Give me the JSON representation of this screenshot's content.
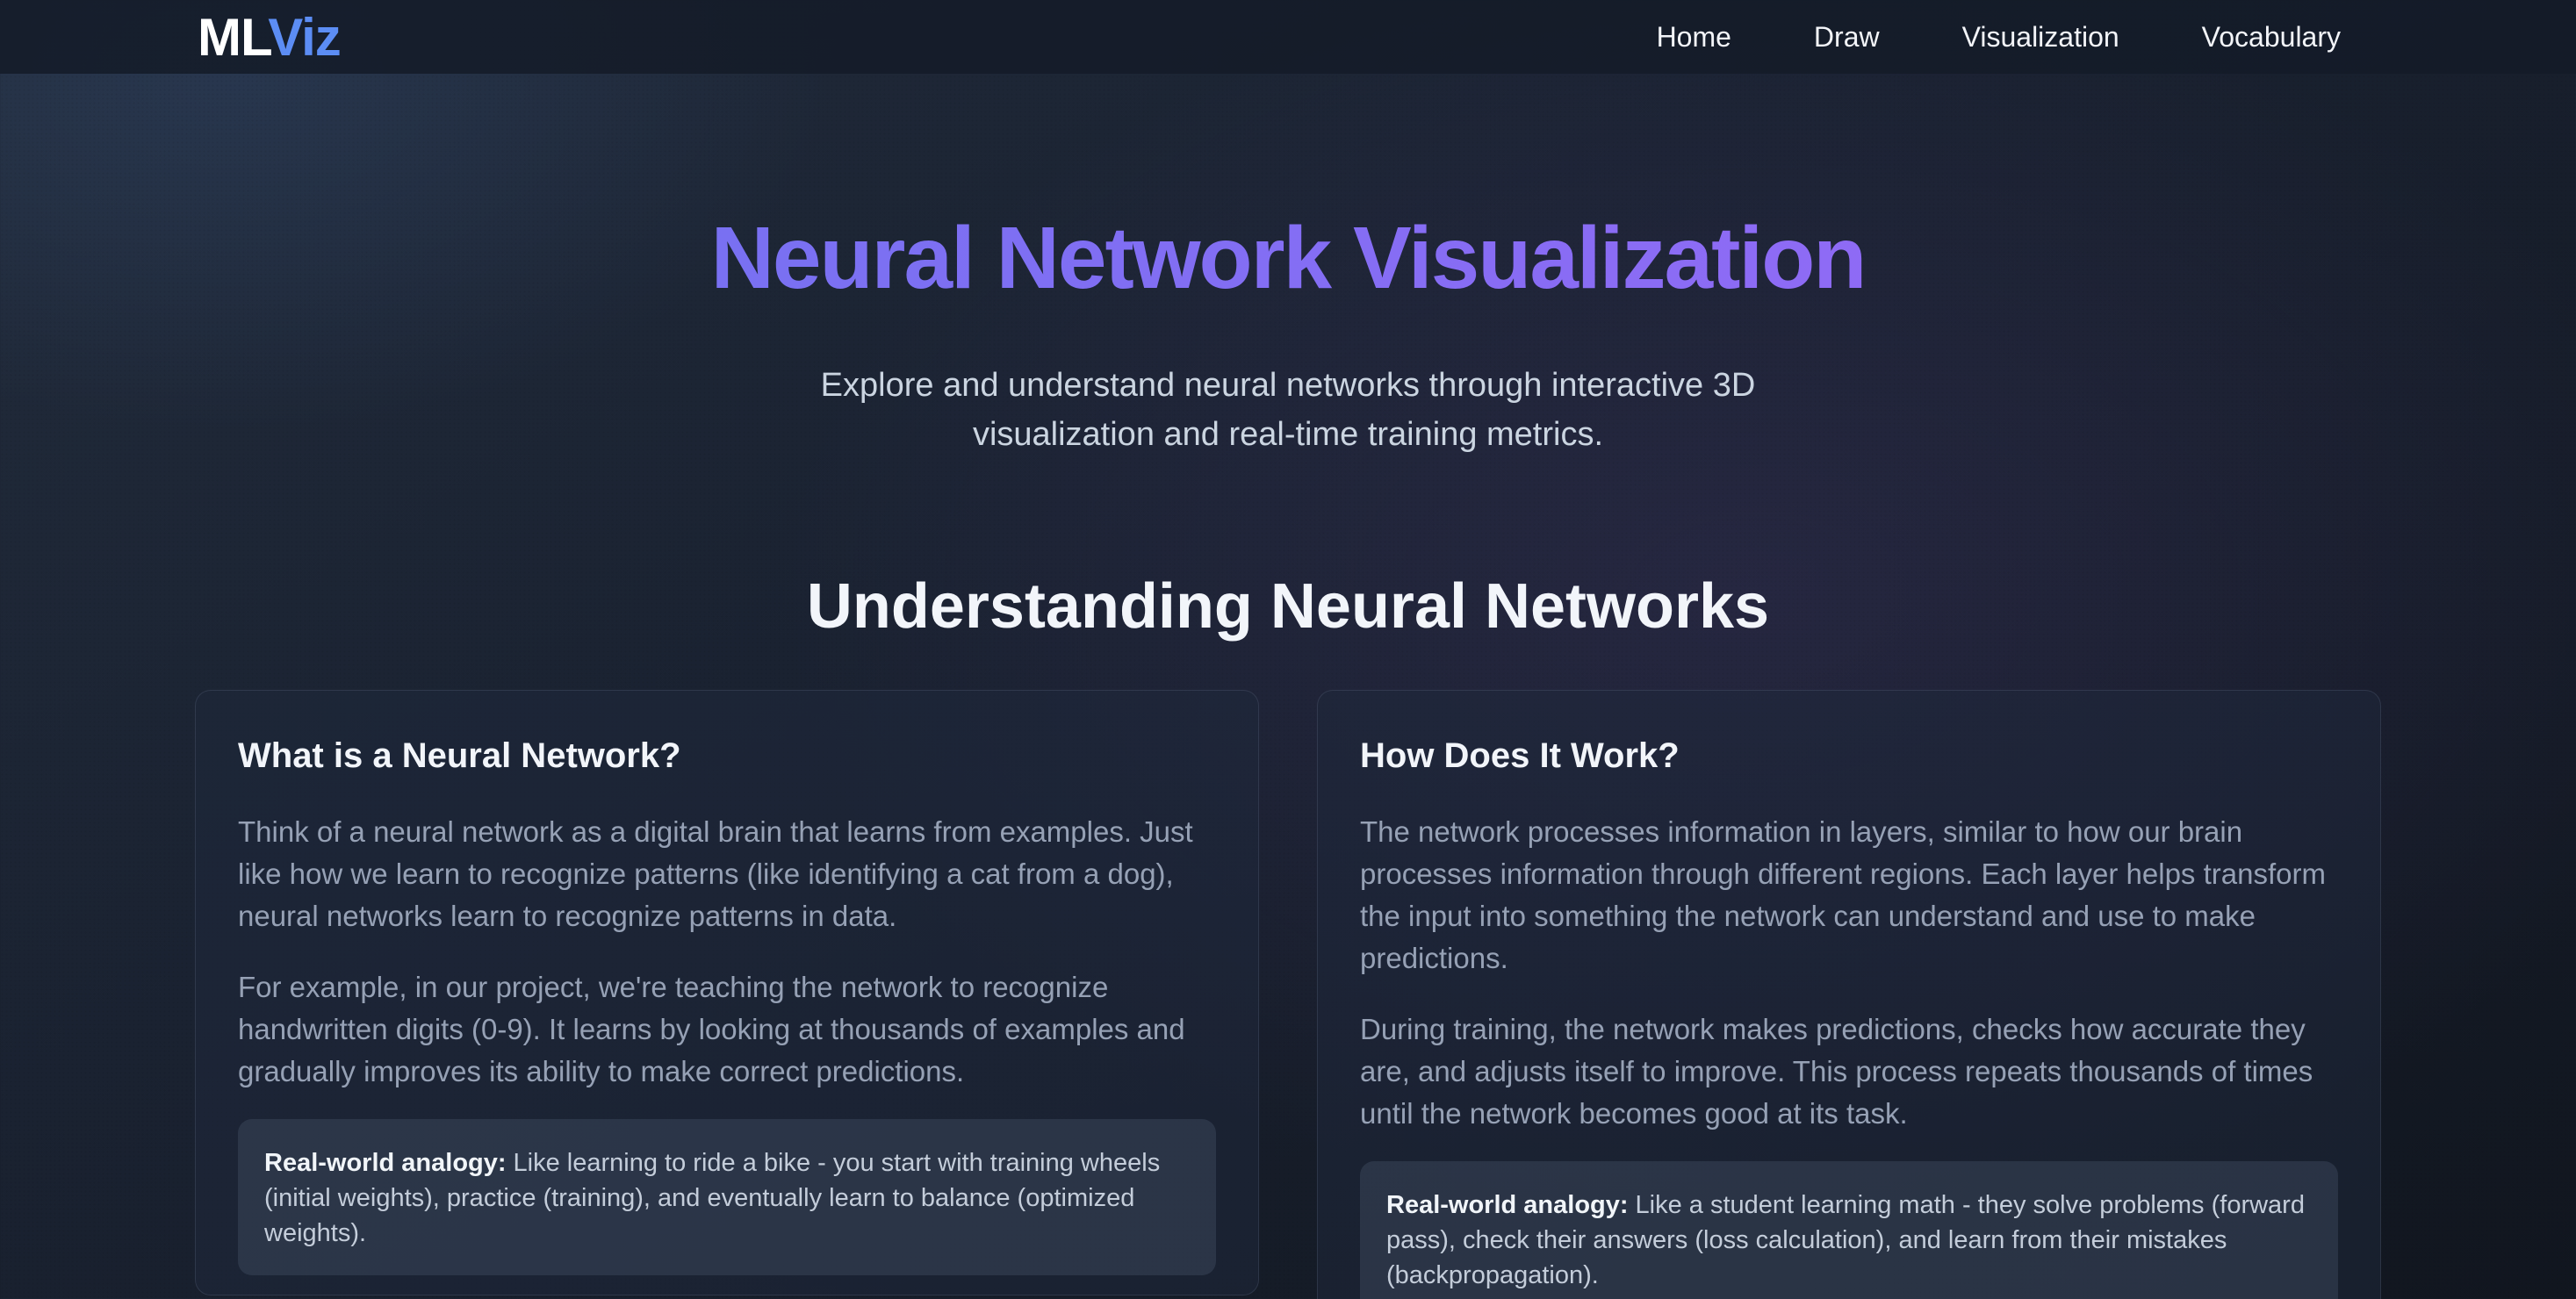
{
  "brand": {
    "logo_ml": "ML",
    "logo_viz": "Viz"
  },
  "nav": {
    "items": [
      {
        "label": "Home"
      },
      {
        "label": "Draw"
      },
      {
        "label": "Visualization"
      },
      {
        "label": "Vocabulary"
      }
    ]
  },
  "hero": {
    "title": "Neural Network Visualization",
    "subtitle": "Explore and understand neural networks through interactive 3D visualization and real-time training metrics."
  },
  "section": {
    "heading": "Understanding Neural Networks"
  },
  "cards": [
    {
      "title": "What is a Neural Network?",
      "paragraphs": [
        "Think of a neural network as a digital brain that learns from examples. Just like how we learn to recognize patterns (like identifying a cat from a dog), neural networks learn to recognize patterns in data.",
        "For example, in our project, we're teaching the network to recognize handwritten digits (0-9). It learns by looking at thousands of examples and gradually improves its ability to make correct predictions."
      ],
      "analogy_label": "Real-world analogy:",
      "analogy_text": "Like learning to ride a bike - you start with training wheels (initial weights), practice (training), and eventually learn to balance (optimized weights)."
    },
    {
      "title": "How Does It Work?",
      "paragraphs": [
        "The network processes information in layers, similar to how our brain processes information through different regions. Each layer helps transform the input into something the network can understand and use to make predictions.",
        "During training, the network makes predictions, checks how accurate they are, and adjusts itself to improve. This process repeats thousands of times until the network becomes good at its task."
      ],
      "analogy_label": "Real-world analogy:",
      "analogy_text": "Like a student learning math - they solve problems (forward pass), check their answers (loss calculation), and learn from their mistakes (backpropagation)."
    }
  ],
  "colors": {
    "logo_viz_blue": "#5c8df4",
    "nav_text": "#f3f5f9",
    "navbar_bg": "rgba(20,27,40,0.85)",
    "title_gradient_start": "#6b74f0",
    "title_gradient_end": "#9c67f7",
    "heading_text": "#f2f5fa",
    "subtitle_text": "#cbd5e1",
    "paragraph_text": "#96a1b5",
    "analogy_text": "#c4cdda",
    "card_bg": "rgba(30,41,59,0.52)",
    "card_border": "rgba(148,163,184,0.16)",
    "analogy_bg": "rgba(71,85,105,0.38)",
    "bg_base_light": "#222c3c",
    "bg_base_mid": "#1a2231",
    "bg_base_dark": "#11161f",
    "glow_purple": "rgba(110,82,170,0.17)",
    "glow_blue": "rgba(70,105,160,0.20)"
  }
}
